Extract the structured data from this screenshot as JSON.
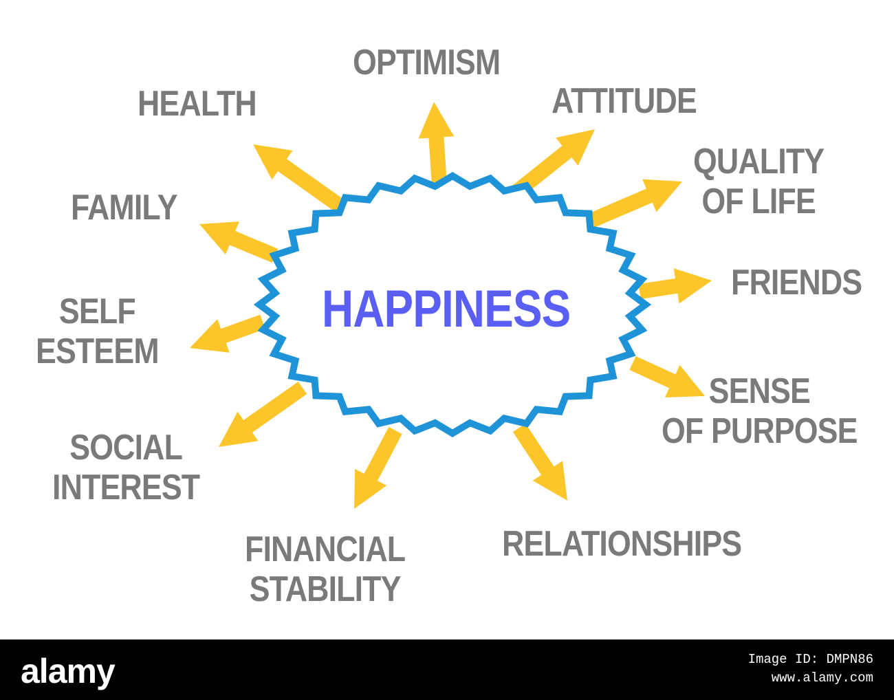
{
  "center": {
    "title": "HAPPINESS"
  },
  "factors": {
    "optimism": "OPTIMISM",
    "health": "HEALTH",
    "attitude": "ATTITUDE",
    "quality_of_life": [
      "QUALITY",
      "OF LIFE"
    ],
    "family": "FAMILY",
    "friends": "FRIENDS",
    "self_esteem": [
      "SELF",
      "ESTEEM"
    ],
    "sense_of_purpose": [
      "SENSE",
      "OF PURPOSE"
    ],
    "social_interest": [
      "SOCIAL",
      "INTEREST"
    ],
    "financial_stability": [
      "FINANCIAL",
      "STABILITY"
    ],
    "relationships": "RELATIONSHIPS"
  },
  "footer": {
    "logo": "alamy",
    "image_id_label": "Image ID: DMPN86",
    "url": "www.alamy.com"
  },
  "colors": {
    "label": "#7a7a7a",
    "title": "#5b5ef2",
    "arrow": "#fcc52a",
    "ring": "#1e93d8"
  }
}
